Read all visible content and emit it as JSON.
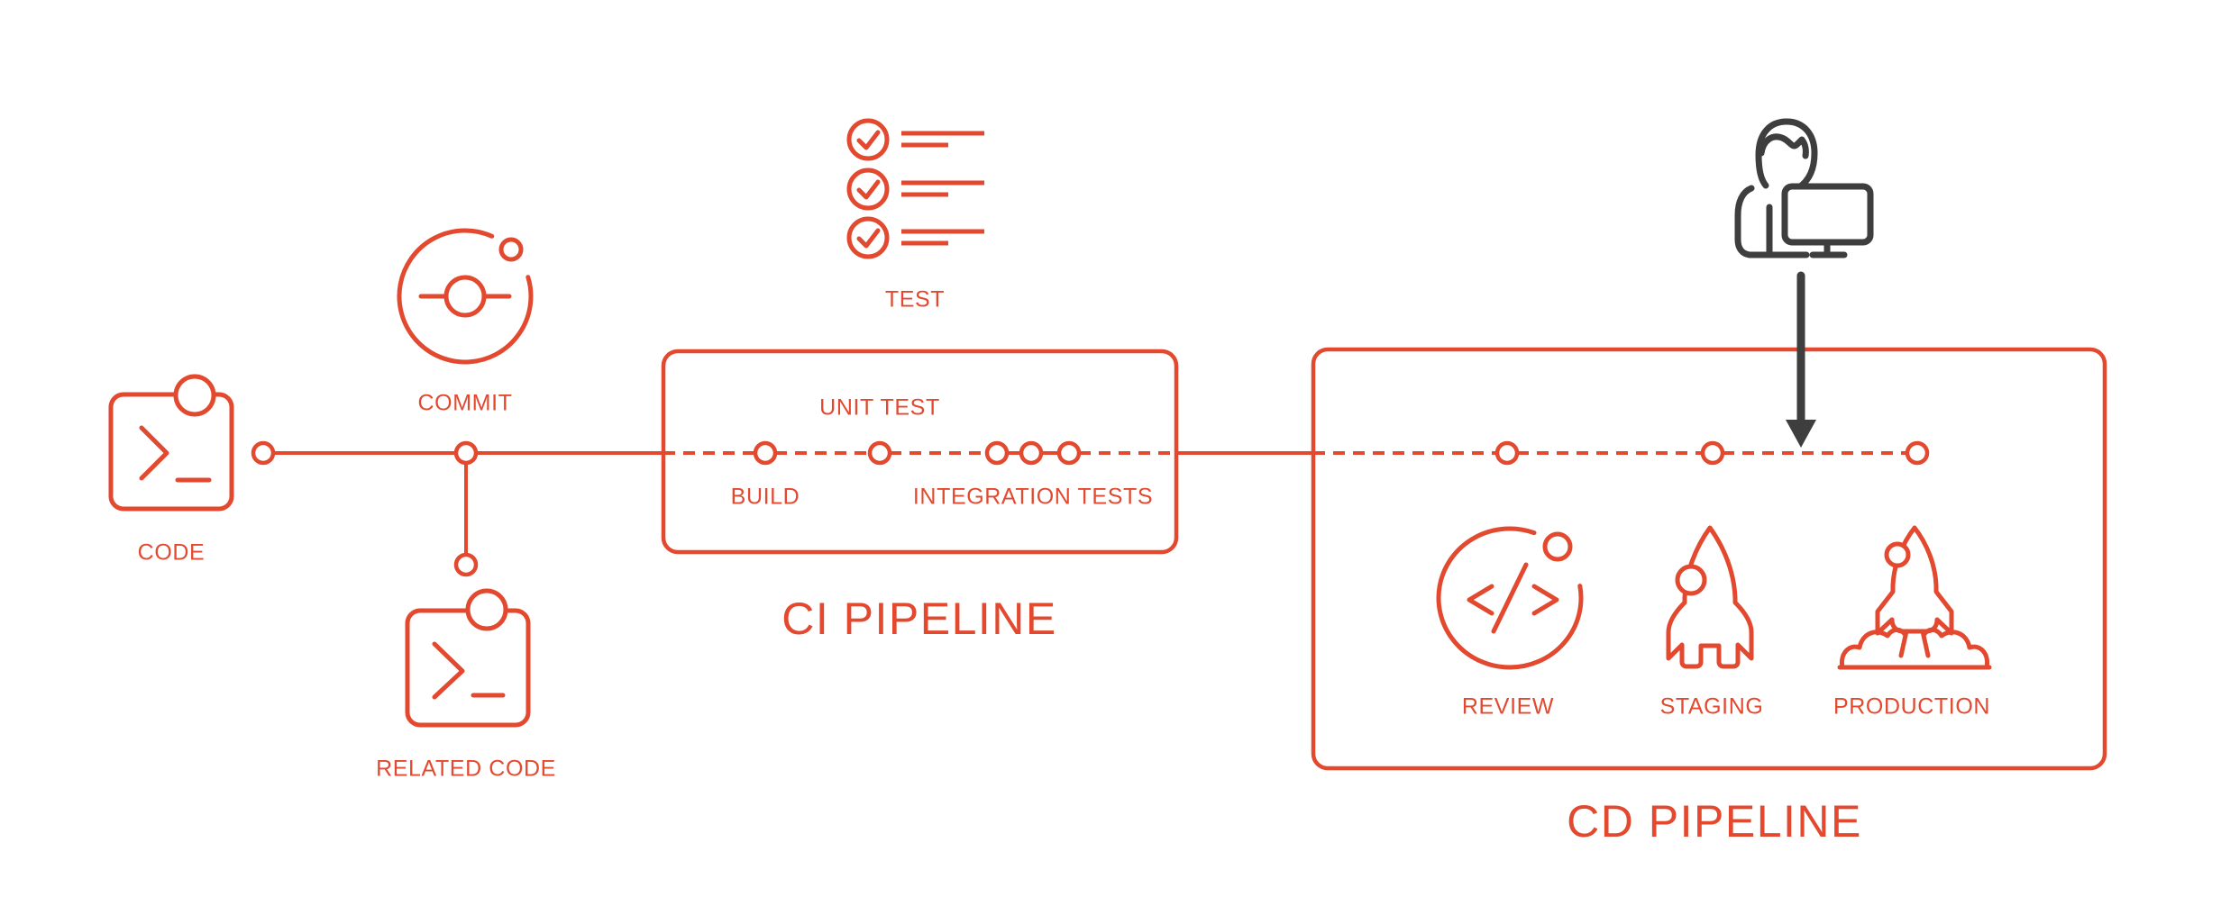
{
  "colors": {
    "accent_red": "#E2492F",
    "icon_dark": "#3E3E3E",
    "background": "#FFFFFF"
  },
  "source_nodes": {
    "code": {
      "label": "CODE",
      "icon": "terminal-code-icon"
    },
    "commit": {
      "label": "COMMIT",
      "icon": "commit-orbit-icon"
    },
    "related_code": {
      "label": "RELATED CODE",
      "icon": "terminal-code-icon"
    },
    "test": {
      "label": "TEST",
      "icon": "checklist-icon"
    }
  },
  "ci_pipeline": {
    "title": "CI PIPELINE",
    "stages": {
      "build": "BUILD",
      "unit_test": "UNIT TEST",
      "integration_tests": "INTEGRATION TESTS"
    }
  },
  "cd_pipeline": {
    "title": "CD PIPELINE",
    "stages": {
      "review": "REVIEW",
      "staging": "STAGING",
      "production": "PRODUCTION"
    },
    "stage_icons": {
      "review": "code-review-icon",
      "staging": "rocket-icon",
      "production": "rocket-launch-icon"
    }
  },
  "manual_gate": {
    "icon": "developer-at-computer-icon",
    "arrow": "down-arrow-icon"
  }
}
